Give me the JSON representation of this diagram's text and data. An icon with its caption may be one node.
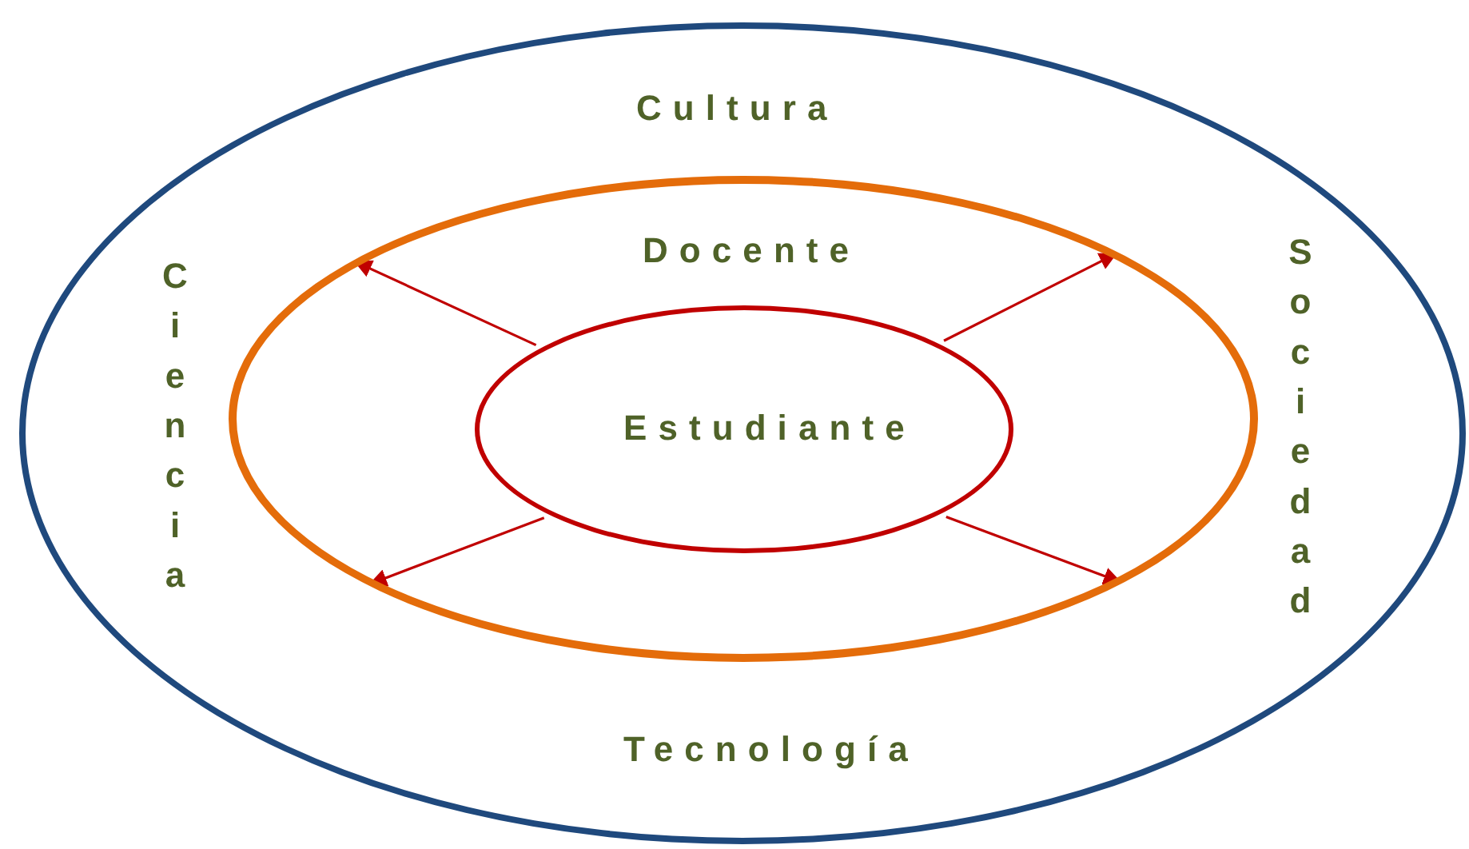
{
  "diagram": {
    "nodes": [
      {
        "text": [
          "Cultura",
          "Ciencia",
          "Sociedad",
          "Tecnología"
        ]
      },
      {
        "text": [
          "Docente"
        ],
        "in": 0
      },
      {
        "text": [
          "Estudiante"
        ],
        "in": 1
      }
    ],
    "edges": [
      {
        "from": 2,
        "to": 1,
        "arrow": "to"
      },
      {
        "from": 2,
        "to": 1,
        "arrow": "to"
      },
      {
        "from": 2,
        "to": 1,
        "arrow": "to"
      },
      {
        "from": 2,
        "to": 1,
        "arrow": "to"
      }
    ]
  }
}
